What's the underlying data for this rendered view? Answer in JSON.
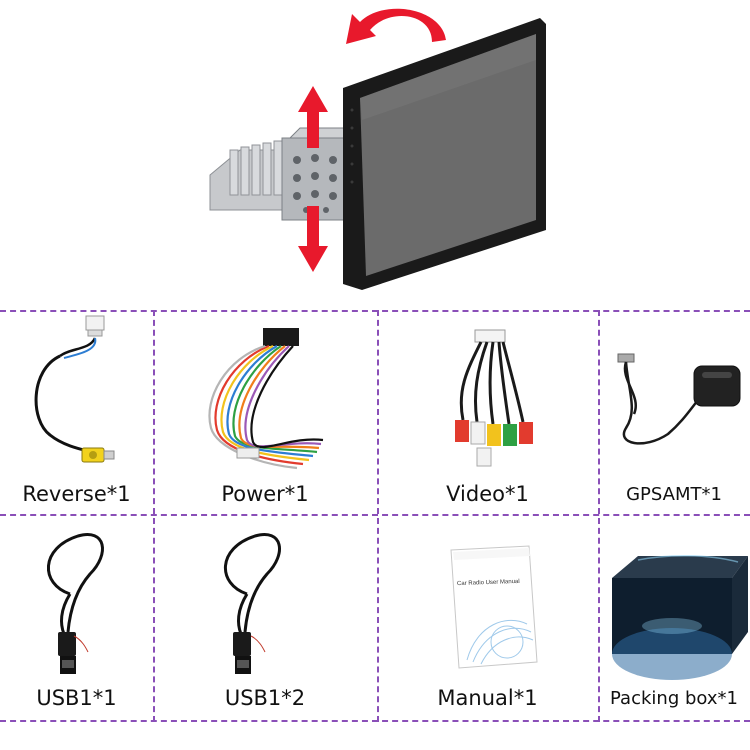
{
  "items": [
    {
      "label": "Reverse*1"
    },
    {
      "label": "Power*1"
    },
    {
      "label": "Video*1"
    },
    {
      "label": "GPSAMT*1"
    },
    {
      "label": "USB1*1"
    },
    {
      "label": "USB1*2"
    },
    {
      "label": "Manual*1"
    },
    {
      "label": "Packing box*1"
    }
  ],
  "manual": {
    "cover_text": "Car Radio User Manual"
  },
  "colors": {
    "accent_arrow": "#e8192c",
    "divider": "#8a4fb8",
    "screen": "#6b6b6b"
  }
}
